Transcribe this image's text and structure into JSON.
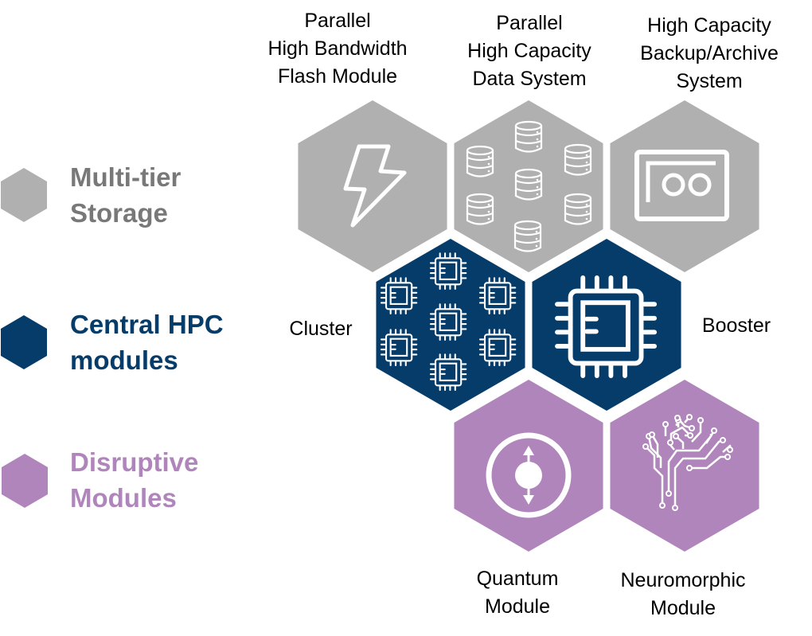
{
  "colors": {
    "storage": "#b0b0b0",
    "storage_text": "#787878",
    "central": "#053c6a",
    "disruptive": "#b085bb",
    "icon": "#ffffff"
  },
  "legend": [
    {
      "lines": [
        "Multi-tier",
        "Storage"
      ],
      "category": "storage"
    },
    {
      "lines": [
        "Central HPC",
        "modules"
      ],
      "category": "central"
    },
    {
      "lines": [
        "Disruptive",
        "Modules"
      ],
      "category": "disruptive"
    }
  ],
  "modules": {
    "flash": {
      "lines": [
        "Parallel",
        "High Bandwidth",
        "Flash Module"
      ],
      "icon": "lightning-icon"
    },
    "data": {
      "lines": [
        "Parallel",
        "High Capacity",
        "Data System"
      ],
      "icon": "database-icon"
    },
    "backup": {
      "lines": [
        "High Capacity",
        "Backup/Archive",
        "System"
      ],
      "icon": "tape-icon"
    },
    "cluster": {
      "label": "Cluster",
      "icon": "multi-chip-icon"
    },
    "booster": {
      "label": "Booster",
      "icon": "chip-icon"
    },
    "quantum": {
      "lines": [
        "Quantum",
        "Module"
      ],
      "icon": "qubit-icon"
    },
    "neuro": {
      "lines": [
        "Neuromorphic",
        "Module"
      ],
      "icon": "neural-circuit-icon"
    }
  }
}
